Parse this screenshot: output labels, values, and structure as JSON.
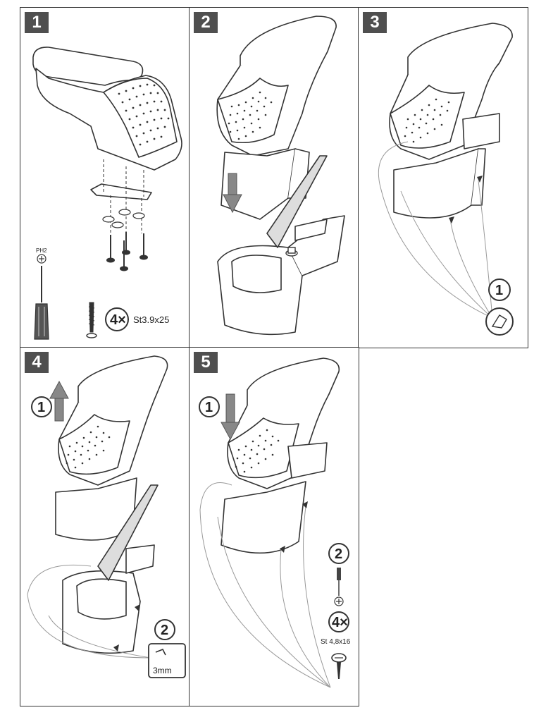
{
  "steps": [
    {
      "number": "1",
      "tool_label": "PH2",
      "screw_qty": "4×",
      "screw_spec": "St3.9x25"
    },
    {
      "number": "2"
    },
    {
      "number": "3",
      "sub_step": "1"
    },
    {
      "number": "4",
      "sub_step_a": "1",
      "sub_step_b": "2",
      "drill_size": "3mm"
    },
    {
      "number": "5",
      "sub_step_a": "1",
      "sub_step_b": "2",
      "screw_qty": "4×",
      "screw_spec": "St 4,8x16"
    }
  ]
}
